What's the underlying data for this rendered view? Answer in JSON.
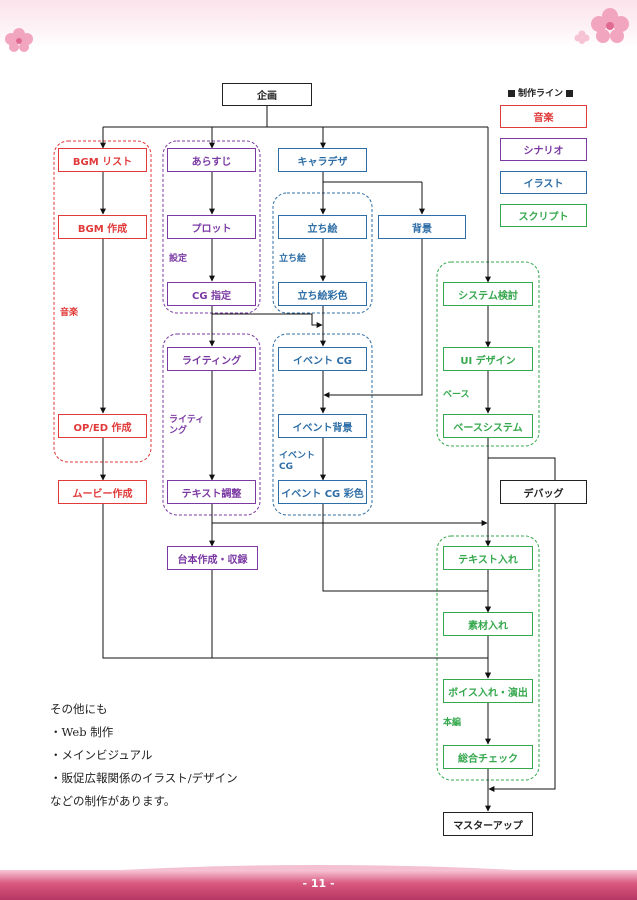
{
  "legend": {
    "title": "制作ライン",
    "items": [
      {
        "label": "音楽",
        "color": "#e03a3a"
      },
      {
        "label": "シナリオ",
        "color": "#7b3aa3"
      },
      {
        "label": "イラスト",
        "color": "#2e6ea6"
      },
      {
        "label": "スクリプト",
        "color": "#35a84d"
      }
    ]
  },
  "nodes": {
    "kikaku": "企画",
    "bgm_list": "BGM リスト",
    "bgm_sakusei": "BGM 作成",
    "oped": "OP/ED 作成",
    "movie": "ムービー作成",
    "arasuji": "あらすじ",
    "plot": "プロット",
    "cg_shitei": "CG 指定",
    "writing": "ライティング",
    "text_chosei": "テキスト調整",
    "daihon": "台本作成・収録",
    "chara_design": "キャラデザ",
    "tachie": "立ち絵",
    "tachie_saishoku": "立ち絵彩色",
    "haikei": "背景",
    "event_cg": "イベント CG",
    "event_haikei": "イベント背景",
    "event_cg_saishoku": "イベント CG 彩色",
    "system_kento": "システム検討",
    "ui_design": "UI デザイン",
    "base_system": "ベースシステム",
    "debug": "デバッグ",
    "text_ire": "テキスト入れ",
    "sozai_ire": "素材入れ",
    "voice_ire": "ボイス入れ・演出",
    "sogo_check": "総合チェック",
    "master_up": "マスターアップ"
  },
  "groups": {
    "ongaku": "音楽",
    "settei": "設定",
    "writing_line1": "ライティ",
    "writing_line2": "ング",
    "tachie": "立ち絵",
    "event_line1": "イベント",
    "event_line2": "CG",
    "base": "ベース",
    "honpen": "本編"
  },
  "notes": [
    "その他にも",
    "・Web 制作",
    "・メインビジュアル",
    "・販促広報関係のイラスト/デザイン",
    "などの制作があります。"
  ],
  "page_number": "- 11 -"
}
